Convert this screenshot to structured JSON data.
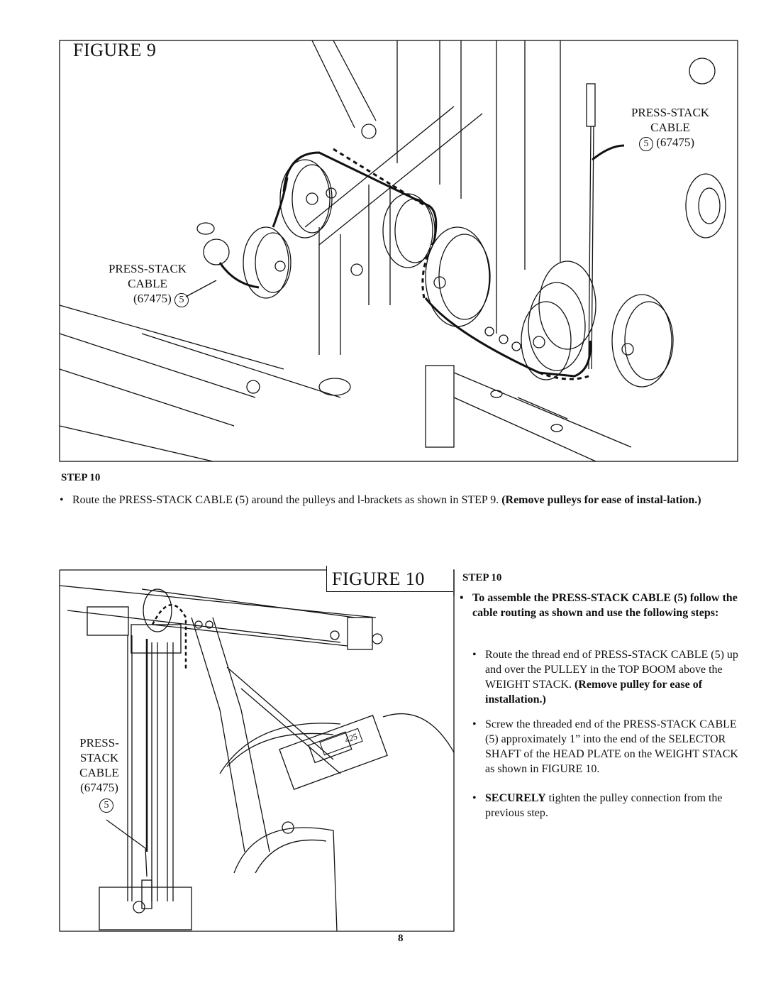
{
  "figure9": {
    "title": "FIGURE 9",
    "callout_top": {
      "line1": "PRESS-STACK",
      "line2": "CABLE",
      "part_no": "5",
      "part_code": "(67475)"
    },
    "callout_left": {
      "line1": "PRESS-STACK",
      "line2": "CABLE",
      "part_code": "(67475)",
      "part_no": "5"
    }
  },
  "step_a": {
    "label": "STEP 10",
    "text_plain": "Route the  PRESS-STACK CABLE (5) around the pulleys and l-brackets as shown in STEP 9. ",
    "text_bold": "(Remove pulleys for ease of instal-lation.)"
  },
  "figure10": {
    "title": "FIGURE 10",
    "callout": {
      "line1": "PRESS-",
      "line2": "STACK",
      "line3": "CABLE",
      "part_code": "(67475)",
      "part_no": "5"
    },
    "machine_badge": "425"
  },
  "step_b": {
    "label": "STEP 10",
    "intro": "To assemble the PRESS-STACK CABLE (5) follow the cable routing as shown and use the following steps:",
    "bullet1_plain": "Route the thread end of PRESS-STACK CABLE (5) up and over the PULLEY in the TOP BOOM above the WEIGHT STACK. ",
    "bullet1_bold": "(Remove pulley for ease of installation.)",
    "bullet2": "Screw the threaded end of the PRESS-STACK CABLE (5) approximately 1” into the end of the SELECTOR SHAFT of the HEAD PLATE on the WEIGHT STACK as shown in FIGURE 10.",
    "bullet3_bold": "SECURELY",
    "bullet3_plain": " tighten the pulley connection from the previous step."
  },
  "page_number": "8"
}
